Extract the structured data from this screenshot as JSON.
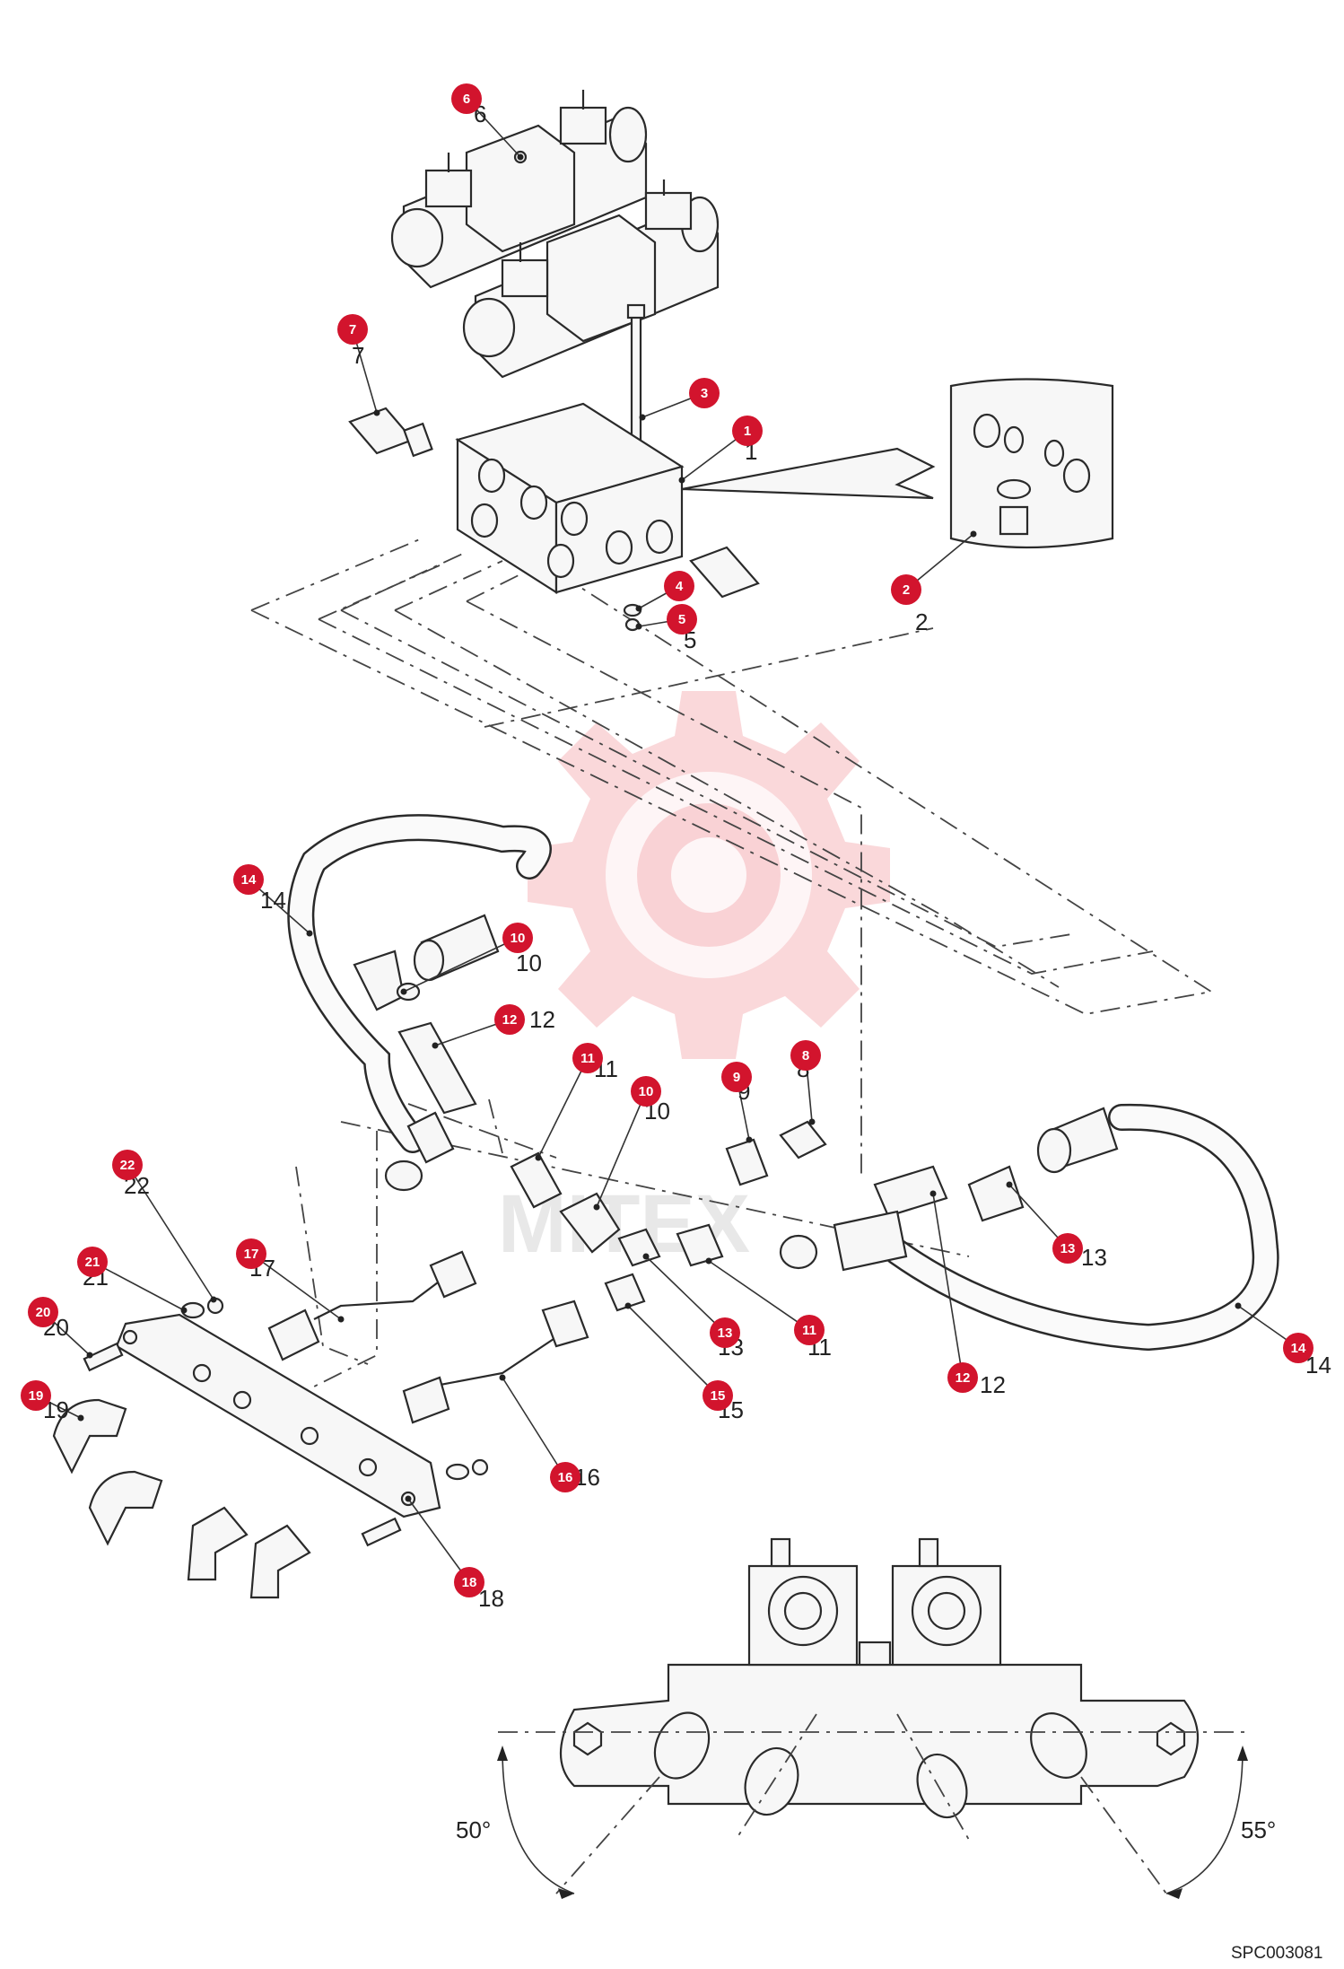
{
  "callouts": [
    {
      "id": "1",
      "label": "1"
    },
    {
      "id": "2",
      "label": "2"
    },
    {
      "id": "3",
      "label": "3"
    },
    {
      "id": "4",
      "label": "4"
    },
    {
      "id": "5",
      "label": "5"
    },
    {
      "id": "6",
      "label": "6"
    },
    {
      "id": "7",
      "label": "7"
    },
    {
      "id": "8",
      "label": "8"
    },
    {
      "id": "9",
      "label": "9"
    },
    {
      "id": "10a",
      "label": "10"
    },
    {
      "id": "10b",
      "label": "10"
    },
    {
      "id": "11a",
      "label": "11"
    },
    {
      "id": "11b",
      "label": "11"
    },
    {
      "id": "12a",
      "label": "12"
    },
    {
      "id": "12b",
      "label": "12"
    },
    {
      "id": "13a",
      "label": "13"
    },
    {
      "id": "13b",
      "label": "13"
    },
    {
      "id": "14a",
      "label": "14"
    },
    {
      "id": "14b",
      "label": "14"
    },
    {
      "id": "15",
      "label": "15"
    },
    {
      "id": "16",
      "label": "16"
    },
    {
      "id": "17",
      "label": "17"
    },
    {
      "id": "18",
      "label": "18"
    },
    {
      "id": "19",
      "label": "19"
    },
    {
      "id": "20",
      "label": "20"
    },
    {
      "id": "21",
      "label": "21"
    },
    {
      "id": "22",
      "label": "22"
    }
  ],
  "angles": {
    "left": "50°",
    "right": "55°"
  },
  "drawing_code": "SPC003081",
  "watermark": {
    "text": "MITEX",
    "color": "#f4a8ad"
  },
  "accent_color": "#d2142d"
}
